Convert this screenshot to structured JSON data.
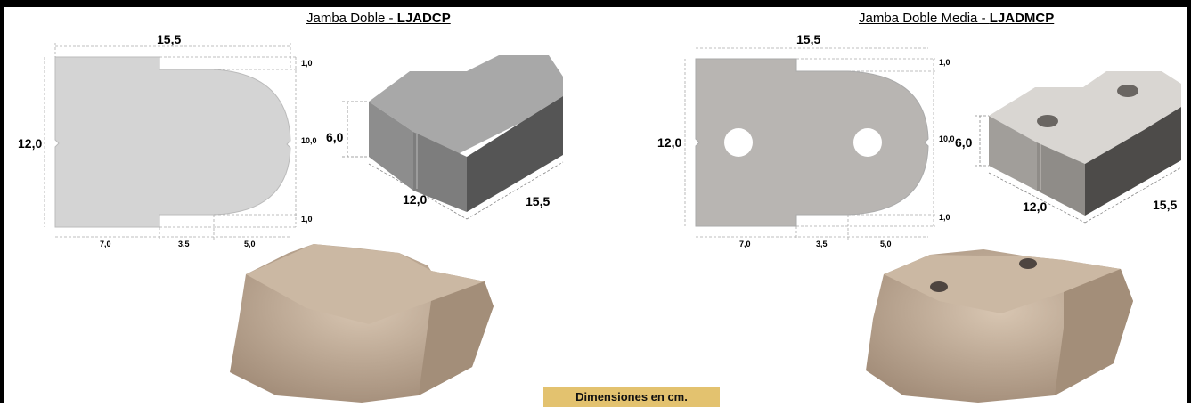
{
  "left": {
    "title_prefix": "Jamba Doble - ",
    "title_code": "LJADCP",
    "profile": {
      "width": "15,5",
      "height": "12,0",
      "notch_top": "1,0",
      "notch_bottom": "1,0",
      "round_height": "10,0",
      "seg1": "7,0",
      "seg2": "3,5",
      "seg3": "5,0"
    },
    "iso": {
      "height": "6,0",
      "depth": "12,0",
      "length": "15,5"
    }
  },
  "right": {
    "title_prefix": "Jamba Doble Media - ",
    "title_code": "LJADMCP",
    "profile": {
      "width": "15,5",
      "height": "12,0",
      "notch_top": "1,0",
      "notch_bottom": "1,0",
      "round_height": "10,0",
      "seg1": "7,0",
      "seg2": "3,5",
      "seg3": "5,0"
    },
    "iso": {
      "height": "6,0",
      "depth": "12,0",
      "length": "15,5"
    }
  },
  "note": "Dimensiones en cm.",
  "colors": {
    "profile_left": "#d4d4d4",
    "profile_right": "#b8b5b2",
    "iso_top_left": "#a8a8a8",
    "iso_top_right": "#d9d6d2",
    "brick": "#c2ad97",
    "note_bg": "#e3c26f"
  }
}
